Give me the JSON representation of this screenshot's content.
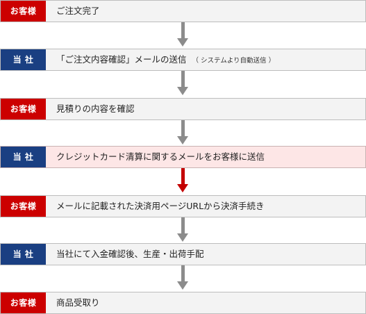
{
  "actors": {
    "customer": "お客様",
    "company": "当 社"
  },
  "steps": [
    {
      "actor": "customer",
      "label": "ご注文完了",
      "note": ""
    },
    {
      "actor": "company",
      "label": "「ご注文内容確認」メールの送信",
      "note": "（ システムより自動送信 ）"
    },
    {
      "actor": "customer",
      "label": "見積りの内容を確認",
      "note": ""
    },
    {
      "actor": "company",
      "label": "クレジットカード清算に関するメールをお客様に送信",
      "note": ""
    },
    {
      "actor": "customer",
      "label": "メールに記載された決済用ページURLから決済手続き",
      "note": ""
    },
    {
      "actor": "company",
      "label": "当社にて入金確認後、生産・出荷手配",
      "note": ""
    },
    {
      "actor": "customer",
      "label": "商品受取り",
      "note": ""
    }
  ],
  "colors": {
    "customer": "#cc0000",
    "company": "#1a3f82",
    "arrow": "#8c8c8c",
    "arrow_highlight": "#c40000",
    "highlight_bg": "#fde6e6"
  }
}
